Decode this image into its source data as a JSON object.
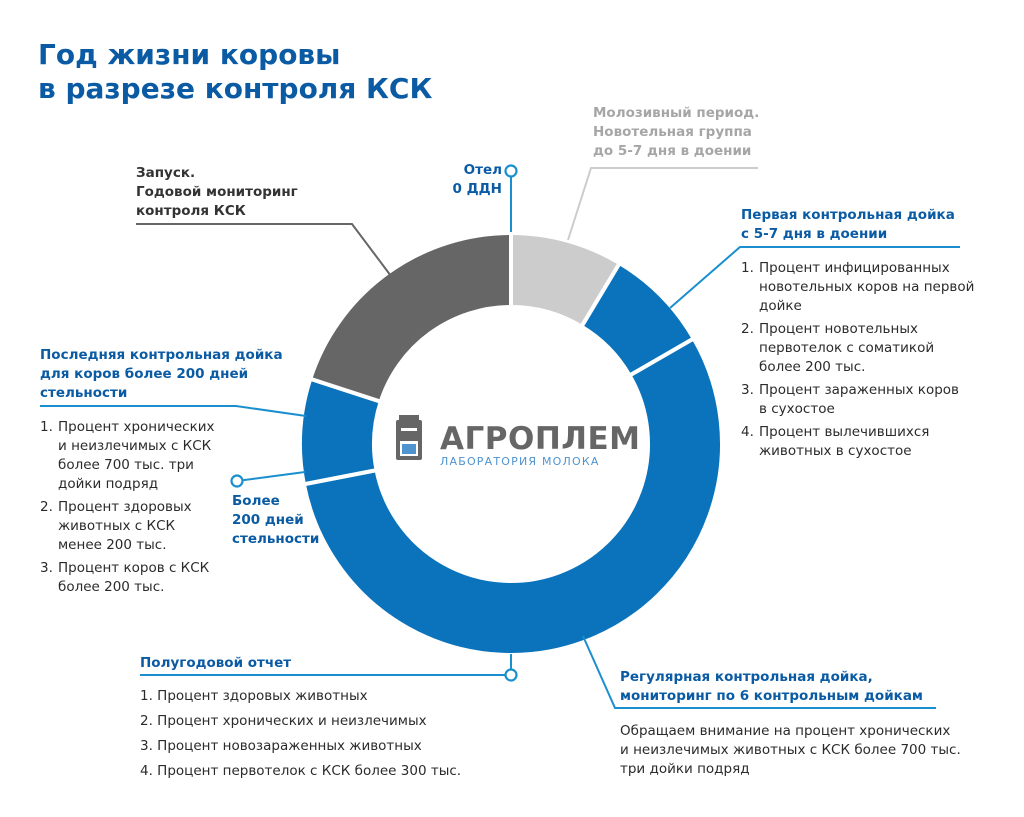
{
  "title": {
    "line1": "Год жизни коровы",
    "line2": "в разрезе контроля КСК"
  },
  "colors": {
    "blue": "#0a73bb",
    "light_gray": "#cccccc",
    "dark_gray": "#666666",
    "title_blue": "#0a5ba4",
    "line_blue": "#1a8fcf"
  },
  "chart_data": {
    "type": "donut",
    "segments": [
      {
        "name": "Молозивный период",
        "degrees": 31,
        "color": "#cccccc"
      },
      {
        "name": "Первая контрольная дойка",
        "degrees": 29,
        "color": "#0a73bb"
      },
      {
        "name": "Регулярная контрольная дойка",
        "degrees": 199,
        "color": "#0a73bb"
      },
      {
        "name": "Последняя контрольная дойка",
        "degrees": 29,
        "color": "#0a73bb"
      },
      {
        "name": "Запуск",
        "degrees": 72,
        "color": "#666666"
      }
    ]
  },
  "logo": {
    "name": "АГРОПЛЕМ",
    "subtitle": "ЛАБОРАТОРИЯ МОЛОКА"
  },
  "markers": {
    "calving": {
      "line1": "Отел",
      "line2": "0 ДДН"
    },
    "pregnancy": {
      "line1": "Более",
      "line2": "200 дней",
      "line3": "стельности"
    }
  },
  "colostrum": {
    "line1": "Молозивный период.",
    "line2": "Новотельная группа",
    "line3": "до 5-7 дня в доении"
  },
  "dry_off": {
    "line1": "Запуск.",
    "line2": "Годовой мониторинг",
    "line3": "контроля КСК"
  },
  "first_control": {
    "heading1": "Первая контрольная дойка",
    "heading2": "с 5-7 дня в доении",
    "items": [
      {
        "num": "1.",
        "lines": [
          "Процент инфицированных",
          "новотельных коров на первой",
          "дойке"
        ]
      },
      {
        "num": "2.",
        "lines": [
          "Процент новотельных",
          "первотелок с соматикой",
          "более 200 тыс."
        ]
      },
      {
        "num": "3.",
        "lines": [
          "Процент зараженных коров",
          "в сухостое"
        ]
      },
      {
        "num": "4.",
        "lines": [
          "Процент вылечившихся",
          "животных в сухостое"
        ]
      }
    ]
  },
  "last_control": {
    "heading1": "Последняя контрольная дойка",
    "heading2": "для коров более 200 дней",
    "heading3": "стельности",
    "items": [
      {
        "num": "1.",
        "lines": [
          "Процент хронических",
          "и неизлечимых с КСК",
          "более 700 тыс. три",
          "дойки подряд"
        ]
      },
      {
        "num": "2.",
        "lines": [
          "Процент здоровых",
          "животных с КСК",
          "менее 200 тыс."
        ]
      },
      {
        "num": "3.",
        "lines": [
          "Процент коров с КСК",
          "более 200 тыс."
        ]
      }
    ]
  },
  "half_year": {
    "heading": "Полугодовой отчет",
    "items": [
      "1. Процент здоровых животных",
      "2. Процент хронических и неизлечимых",
      "3. Процент новозараженных животных",
      "4. Процент первотелок с КСК более 300 тыс."
    ]
  },
  "regular_control": {
    "heading1": "Регулярная контрольная дойка,",
    "heading2": "мониторинг по 6 контрольным дойкам",
    "line1": "Обращаем внимание на процент хронических",
    "line2": "и неизлечимых животных с КСК более 700 тыс.",
    "line3": "три дойки подряд"
  }
}
